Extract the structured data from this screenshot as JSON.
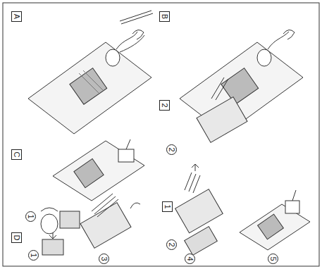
{
  "diagram": {
    "labels": [
      "A",
      "B",
      "2",
      "C",
      "1",
      "D",
      "1",
      "2",
      "1",
      "2",
      "3",
      "4",
      "5"
    ]
  }
}
